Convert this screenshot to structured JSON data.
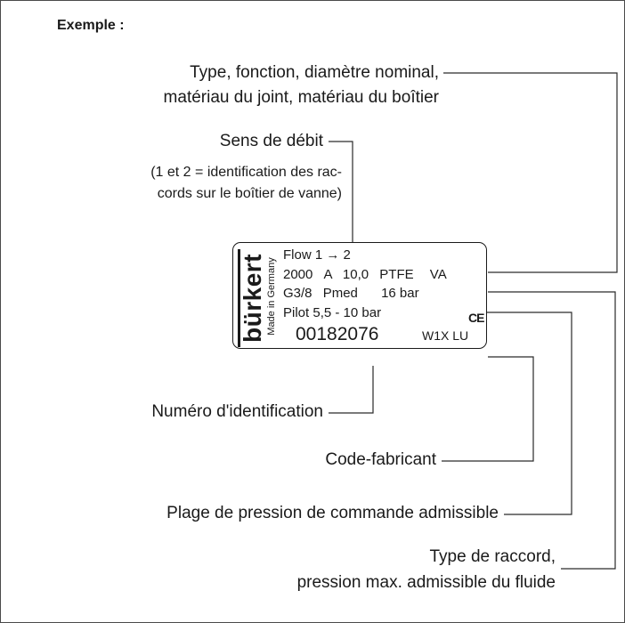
{
  "heading": "Exemple :",
  "labels": {
    "type_line1": "Type, fonction, diamètre nominal,",
    "type_line2": "matériau du joint, matériau du boîtier",
    "flow": "Sens de débit",
    "note_line1": "(1 et 2 = identification des rac-",
    "note_line2": "cords sur le boîtier de vanne)",
    "ident": "Numéro d'identification",
    "manufacturer": "Code-fabricant",
    "pilot_range": "Plage de pression de commande admissible",
    "conn_line1": "Type de raccord,",
    "conn_line2": "pression max. admissible du fluide"
  },
  "plate": {
    "brand": "bürkert",
    "made_in": "Made in Germany",
    "flow": "Flow 1 → 2",
    "type_row": [
      "2000",
      "A",
      "10,0",
      "PTFE",
      "VA"
    ],
    "conn_row": [
      "G3/8",
      "Pmed",
      "16 bar"
    ],
    "pilot": "Pilot  5,5 - 10 bar",
    "ce": "CE",
    "serial": "00182076",
    "code": "W1X LU"
  }
}
